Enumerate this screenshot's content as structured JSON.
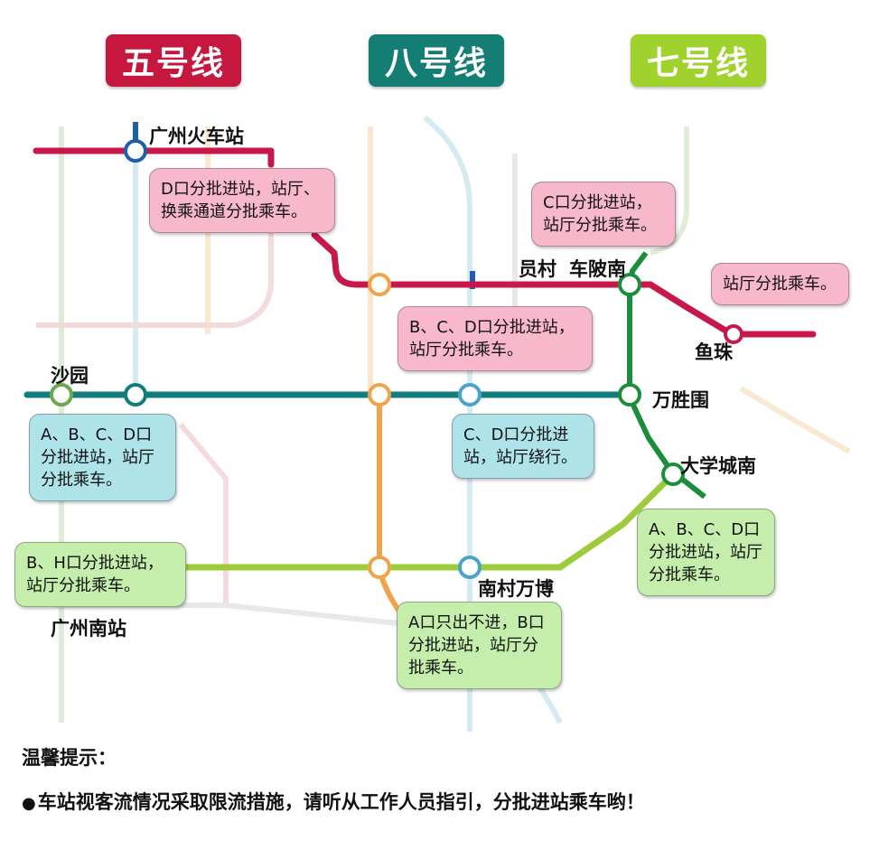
{
  "banners": [
    {
      "label": "五号线",
      "color": "#c6173f"
    },
    {
      "label": "八号线",
      "color": "#157e74"
    },
    {
      "label": "七号线",
      "color": "#9fd22c"
    }
  ],
  "colors": {
    "line5": "#c8174a",
    "line8": "#127e7b",
    "line7": "#9ccc3c",
    "line3": "#f0a44a",
    "line4": "#1c8d3c"
  },
  "stations": {
    "guangzhou_huochezhan": "广州火车站",
    "yuancun": "员村",
    "chebeinan": "车陂南",
    "yuzhu": "鱼珠",
    "shayuan": "沙园",
    "wanshengwei": "万胜围",
    "daxuechengnan": "大学城南",
    "nancun_wanbo": "南村万博",
    "guangzhou_nanzhan": "广州南站"
  },
  "callouts": {
    "huochezhan": "D口分批进站，站厅、换乘通道分批乘车。",
    "chebeinan": "C口分批进站，站厅分批乘车。",
    "yuzhu": "站厅分批乘车。",
    "yuancun": "B、C、D口分批进站，站厅分批乘车。",
    "shayuan": "A、B、C、D口分批进站，站厅分批乘车。",
    "wanshengwei": "C、D口分批进站，站厅绕行。",
    "daxuechengnan": "A、B、C、D口分批进站，站厅分批乘车。",
    "nanzhan": "B、H口分批进站，站厅分批乘车。",
    "nancun": "A口只出不进，B口分批进站，站厅分批乘车。"
  },
  "tips": {
    "title": "温馨提示：",
    "bullet": "●",
    "body": "车站视客流情况采取限流措施，请听从工作人员指引，分批进站乘车哟！"
  }
}
